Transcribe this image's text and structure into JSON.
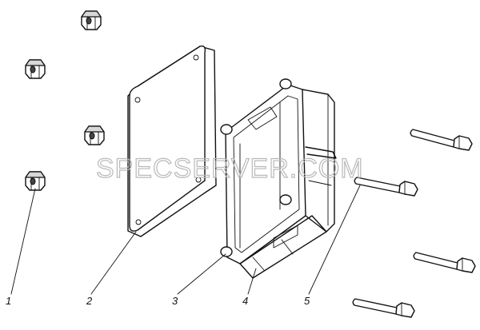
{
  "callouts": [
    {
      "label": "1"
    },
    {
      "label": "2"
    },
    {
      "label": "3"
    },
    {
      "label": "4"
    },
    {
      "label": "5"
    }
  ],
  "watermark": "SPECSERVER.COM",
  "colors": {
    "line": "#111111",
    "watermark": "#b9b9b9",
    "background": "#ffffff"
  }
}
